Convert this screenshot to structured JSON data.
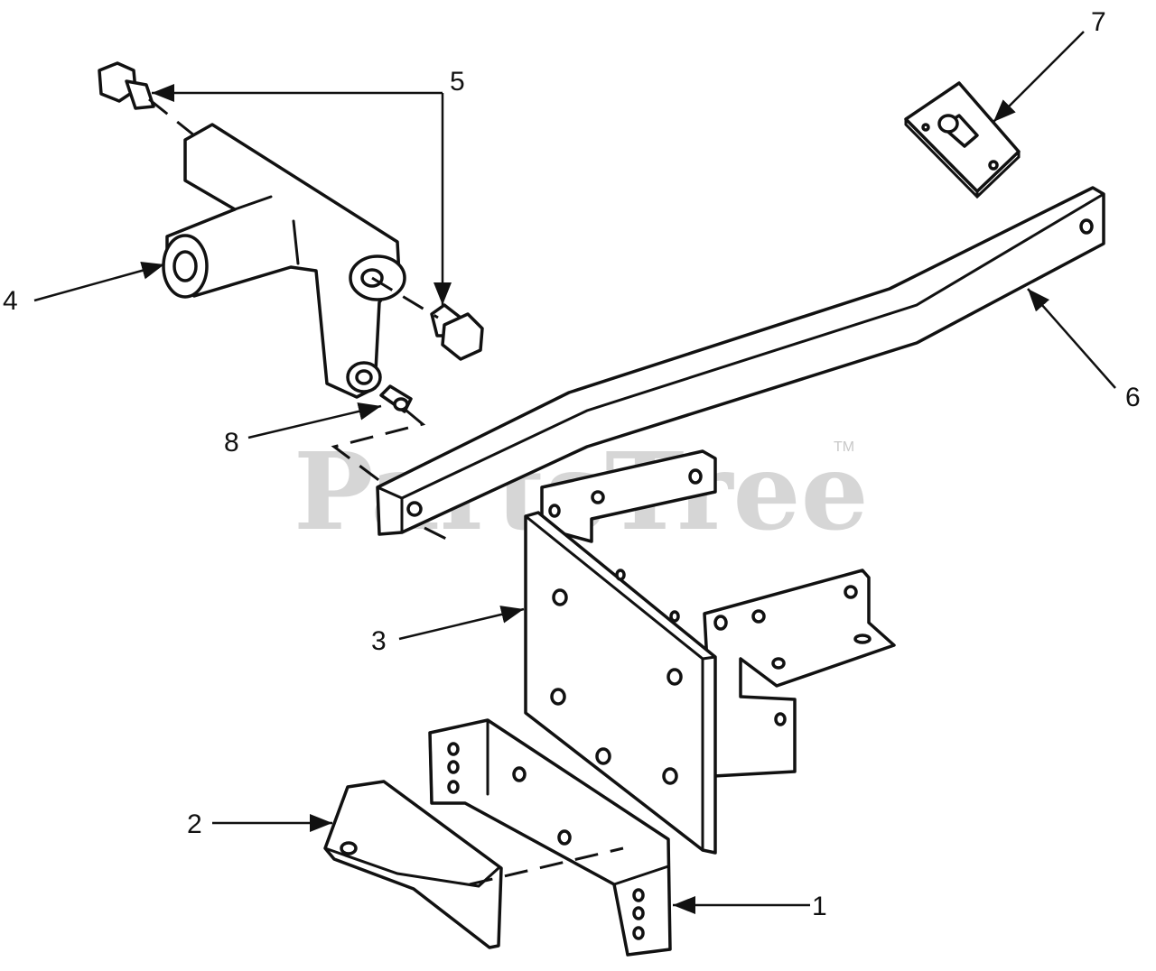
{
  "watermark": {
    "text": "PartsTree",
    "trademark": "TM"
  },
  "callouts": [
    "1",
    "2",
    "3",
    "4",
    "5",
    "6",
    "7",
    "8"
  ]
}
